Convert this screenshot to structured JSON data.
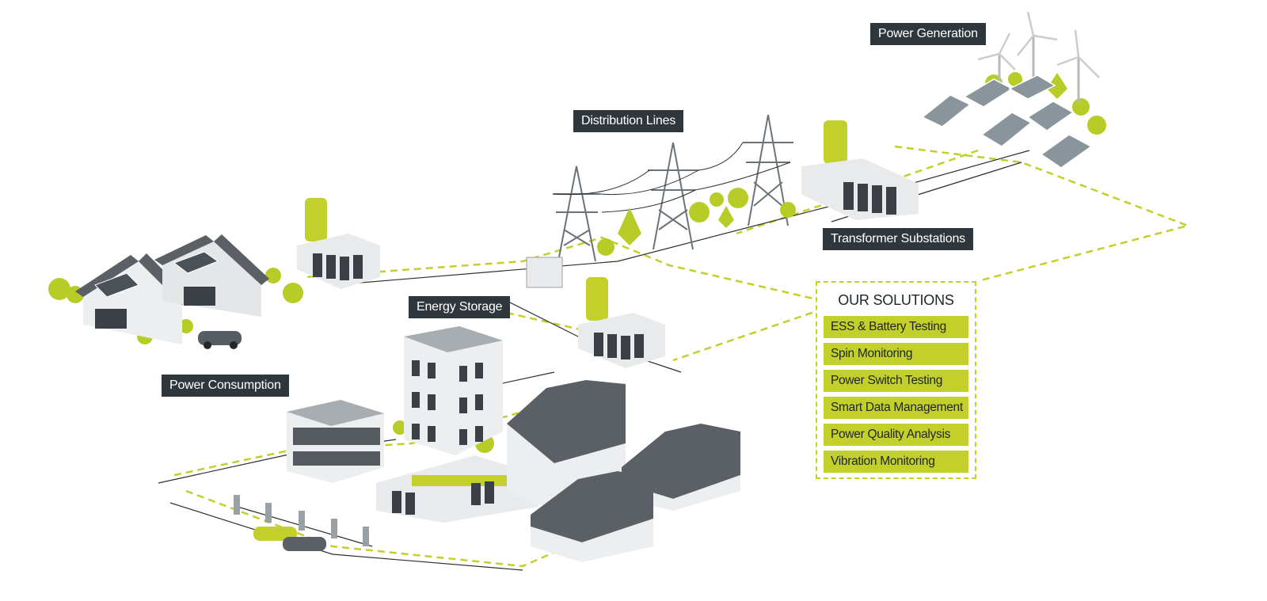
{
  "labels": {
    "power_generation": "Power Generation",
    "distribution_lines": "Distribution Lines",
    "transformer_substations": "Transformer Substations",
    "energy_storage": "Energy Storage",
    "power_consumption": "Power Consumption"
  },
  "solutions": {
    "title": "OUR SOLUTIONS",
    "items": [
      "ESS & Battery Testing",
      "Spin Monitoring",
      "Power Switch Testing",
      "Smart Data Management",
      "Power Quality Analysis",
      "Vibration Monitoring"
    ]
  },
  "colors": {
    "accent": "#c3cf2a",
    "label_bg": "#2f373d",
    "roof": "#5a6066",
    "wall": "#f2f3f4",
    "line": "#2a2f33"
  }
}
